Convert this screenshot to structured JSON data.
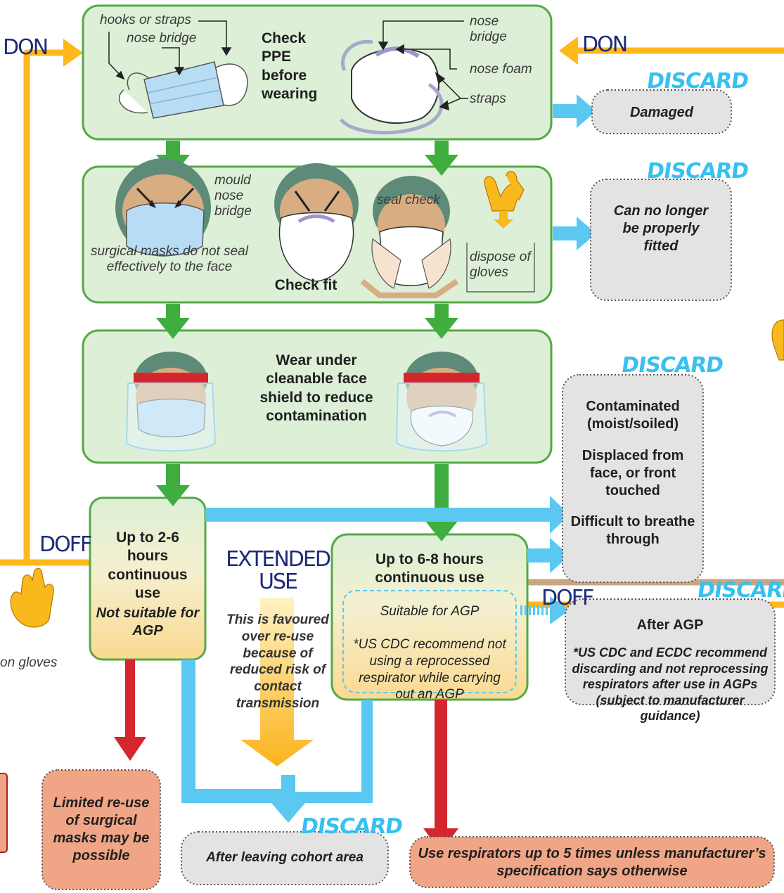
{
  "colors": {
    "green_box": "#ddefd6",
    "green_border": "#55a947",
    "green_arrow": "#3fae3f",
    "blue_arrow": "#5bc8f2",
    "orange_line": "#ffb81c",
    "red_arrow": "#d6262d",
    "gray_box": "#e3e3e3",
    "salmon_box": "#f0a586",
    "navy_text": "#1e2b78"
  },
  "flow": {
    "don_left": "DON",
    "don_right": "DON",
    "doff_left": "DOFF",
    "doff_right": "DOFF",
    "discard": "DISCARD",
    "extended_use_line1": "EXTENDED",
    "extended_use_line2": "USE"
  },
  "step1": {
    "title": "Check PPE before wearing",
    "labels": {
      "hooks_or_straps": "hooks or straps",
      "nose_bridge_left": "nose bridge",
      "nose_bridge_right": "nose bridge",
      "nose_foam": "nose foam",
      "straps": "straps"
    }
  },
  "step2": {
    "title": "Check fit",
    "labels": {
      "mould_nose_bridge": "mould nose bridge",
      "surgical_no_seal": "surgical masks do not seal effectively to the face",
      "seal_check": "seal check",
      "dispose_of_gloves": "dispose of gloves"
    }
  },
  "step3": {
    "title": "Wear under cleanable face shield to reduce contamination"
  },
  "surgical_use": {
    "duration": "Up to 2-6 hours continuous use",
    "note": "Not suitable for AGP"
  },
  "extended_use_note": "This is favoured over re-use because of reduced risk of contact transmission",
  "respirator_use": {
    "duration": "Up to 6-8 hours continuous use",
    "agp": "Suitable for AGP",
    "cdc_note": "*US CDC recommend not using a reprocessed respirator while carrying out an AGP"
  },
  "discard_boxes": {
    "damaged": "Damaged",
    "cannot_fit": "Can no longer be properly fitted",
    "contaminated": "Contaminated (moist/soiled)",
    "displaced": "Displaced from face, or front touched",
    "difficult": "Difficult to breathe through",
    "after_agp_title": "After AGP",
    "after_agp_note": "*US CDC and ECDC recommend discarding and not reprocessing respirators after use in AGPs (subject to manufacturer guidance)",
    "after_cohort": "After leaving cohort area"
  },
  "reuse_boxes": {
    "surgical_reuse": "Limited re-use of surgical masks may be possible",
    "respirator_reuse": "Use respirators up to 5 times unless manufacturer’s specification says otherwise"
  },
  "left_edge": {
    "gloves_label": "on gloves"
  }
}
